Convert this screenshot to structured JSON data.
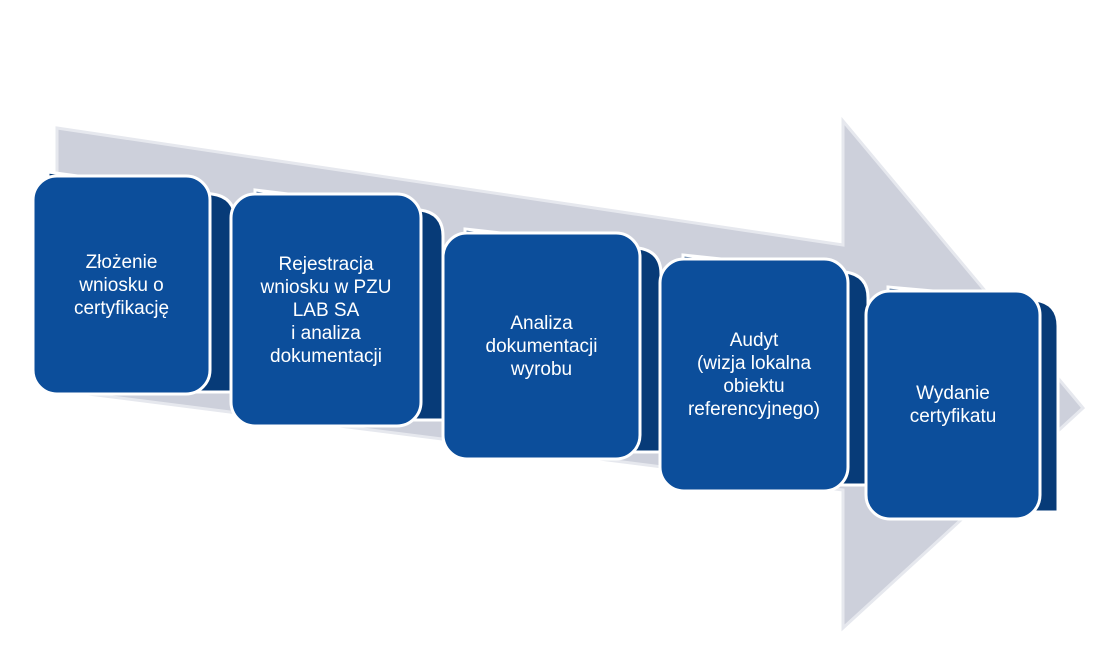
{
  "colors": {
    "arrow_fill": "#cdd0db",
    "arrow_edge": "#e6e8ee",
    "box_fill": "#0c4e9b",
    "box_shadow": "#073b78",
    "box_border": "#ffffff",
    "text": "#ffffff"
  },
  "steps": [
    {
      "label": "Złożenie\nwniosku o\ncertyfikację"
    },
    {
      "label": "Rejestracja\nwniosku w PZU\nLAB SA\ni analiza\ndokumentacji"
    },
    {
      "label": "Analiza\ndokumentacji\nwyrobu"
    },
    {
      "label": "Audyt\n(wizja lokalna\nobiektu\nreferencyjnego)"
    },
    {
      "label": "Wydanie\ncertyfikatu"
    }
  ]
}
